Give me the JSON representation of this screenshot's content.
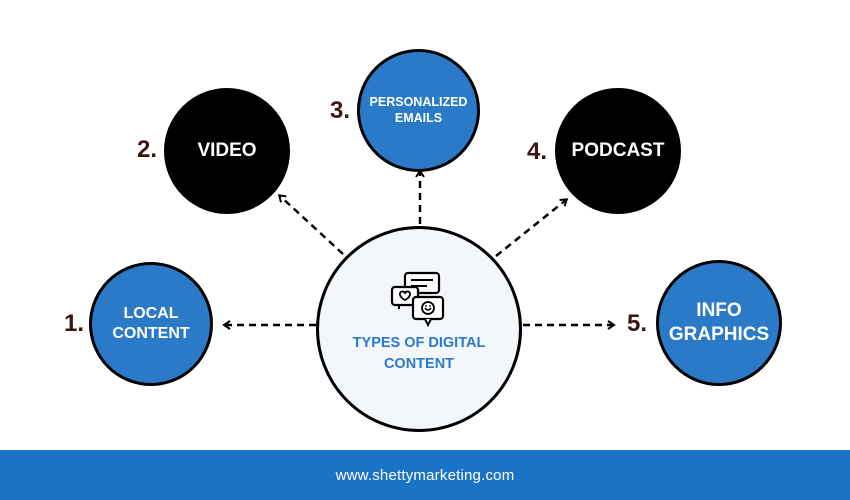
{
  "center": {
    "title": "TYPES OF DIGITAL CONTENT"
  },
  "nodes": [
    {
      "number": "1.",
      "label": "LOCAL CONTENT",
      "style": "blue"
    },
    {
      "number": "2.",
      "label": "VIDEO",
      "style": "black"
    },
    {
      "number": "3.",
      "label": "PERSONALIZED EMAILS",
      "style": "blue"
    },
    {
      "number": "4.",
      "label": "PODCAST",
      "style": "black"
    },
    {
      "number": "5.",
      "label": "INFO GRAPHICS",
      "style": "blue"
    }
  ],
  "footer": {
    "url": "www.shettymarketing.com"
  },
  "colors": {
    "accent_blue": "#2a7ac7",
    "footer_blue": "#1b73c6",
    "number_color": "#3b1414"
  },
  "icons": [
    "chat-bubbles-icon"
  ]
}
